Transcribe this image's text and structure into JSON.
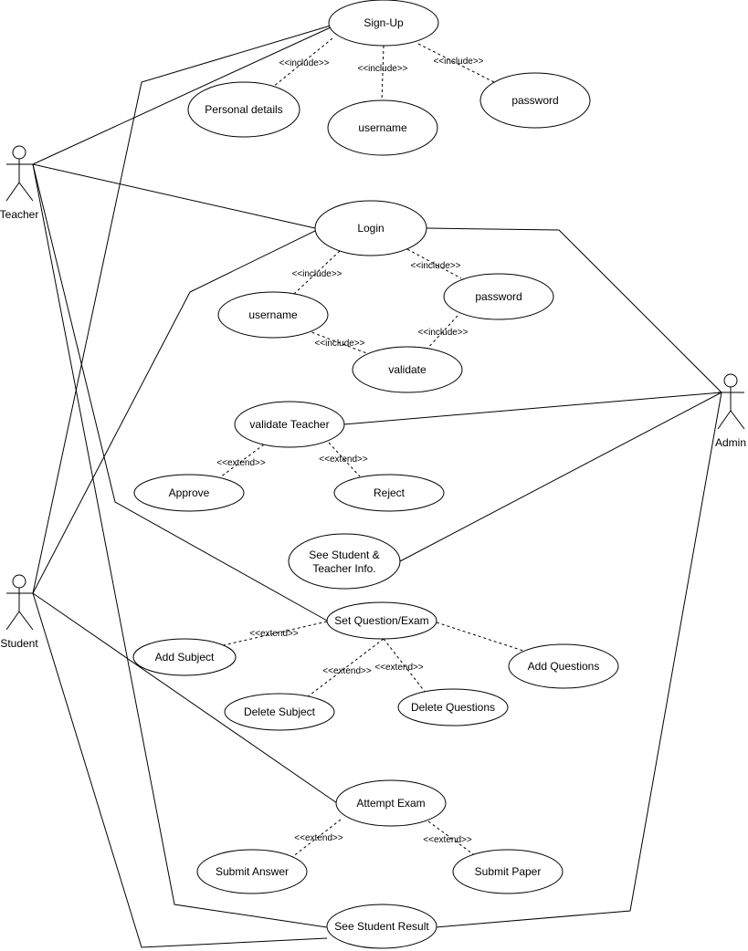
{
  "actors": {
    "teacher": "Teacher",
    "student": "Student",
    "admin": "Admin"
  },
  "use_cases": {
    "sign_up": "Sign-Up",
    "personal_details": "Personal details",
    "signup_username": "username",
    "signup_password": "password",
    "login": "Login",
    "login_username": "username",
    "login_password": "password",
    "validate": "validate",
    "validate_teacher": "validate Teacher",
    "approve": "Approve",
    "reject": "Reject",
    "see_info_line1": "See Student &",
    "see_info_line2": "Teacher Info.",
    "set_question": "Set Question/Exam",
    "add_subject": "Add Subject",
    "add_questions": "Add Questions",
    "delete_subject": "Delete Subject",
    "delete_questions": "Delete Questions",
    "attempt_exam": "Attempt Exam",
    "submit_answer": "Submit Answer",
    "submit_paper": "Submit Paper",
    "see_result": "See Student Result"
  },
  "relations": {
    "include": "<<include>>",
    "extend": "<<extend>>"
  }
}
